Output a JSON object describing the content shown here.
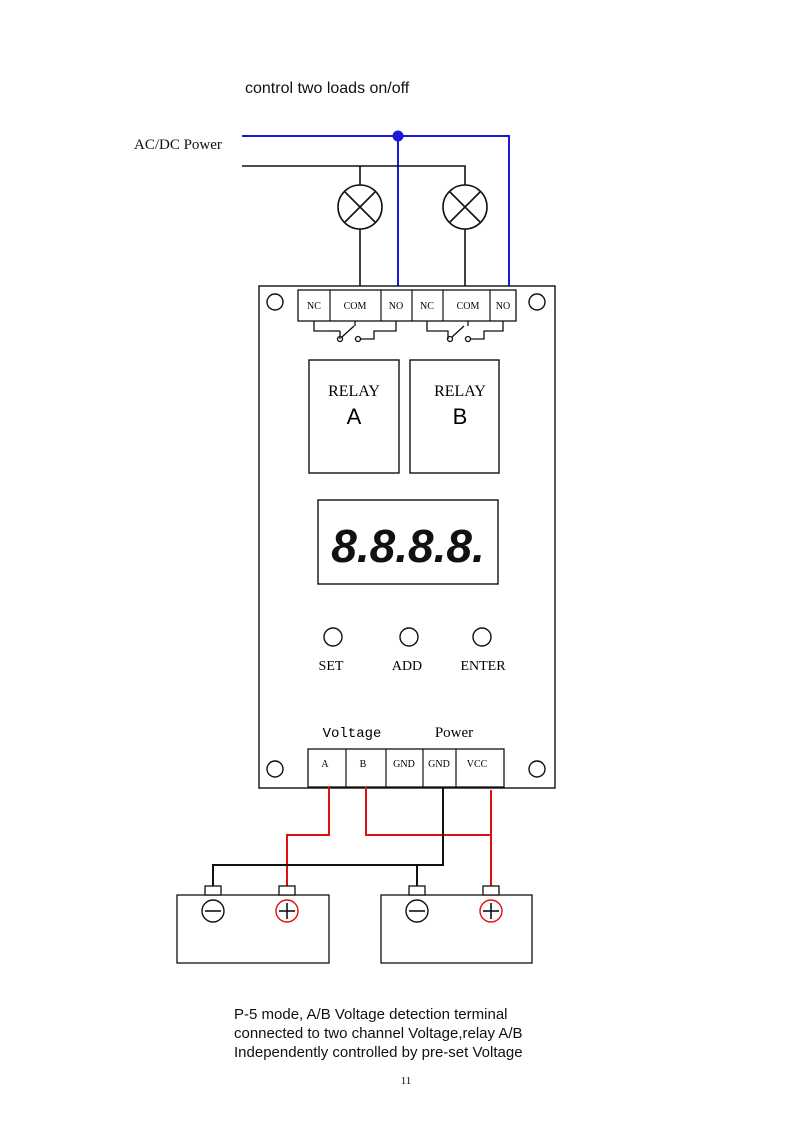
{
  "title": "control two loads  on/off",
  "power_label": "AC/DC Power",
  "relay_terminals": [
    "NC",
    "COM",
    "NO",
    "NC",
    "COM",
    "NO"
  ],
  "relays": [
    {
      "label": "RELAY",
      "letter": "A"
    },
    {
      "label": "RELAY",
      "letter": "B"
    }
  ],
  "display_value": "8.8.8.8.",
  "buttons": [
    "SET",
    "ADD",
    "ENTER"
  ],
  "voltage_label": "Voltage",
  "power_section_label": "Power",
  "bottom_terminals": [
    "A",
    "B",
    "GND",
    "GND",
    "VCC"
  ],
  "caption": [
    "P-5  mode, A/B Voltage detection terminal",
    "connected to two channel Voltage,relay A/B",
    "Independently controlled by  pre-set Voltage"
  ],
  "page_number": "11",
  "colors": {
    "ac_line": "#1a1ad6",
    "positive_wire": "#e01010",
    "ground_wire": "#111111"
  }
}
